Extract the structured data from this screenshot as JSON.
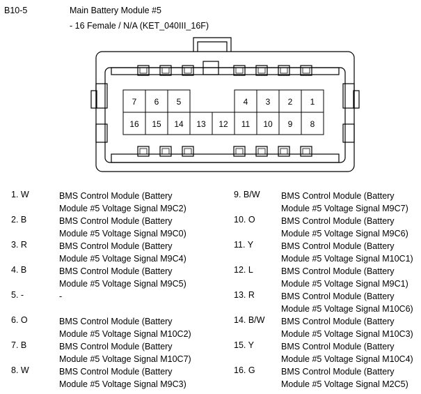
{
  "header": {
    "code": "B10-5",
    "title": "Main Battery Module #5",
    "subtitle": "- 16 Female / N/A (KET_040III_16F)"
  },
  "connector": {
    "top_row": [
      "7",
      "6",
      "5",
      "",
      "",
      "4",
      "3",
      "2",
      "1"
    ],
    "bottom_row": [
      "16",
      "15",
      "14",
      "13",
      "12",
      "11",
      "10",
      "9",
      "8"
    ]
  },
  "pins_left": [
    {
      "pin": "1. W",
      "line1": "BMS Control Module (Battery",
      "line2": "Module #5 Voltage Signal M9C2)"
    },
    {
      "pin": "2. B",
      "line1": "BMS Control Module (Battery",
      "line2": "Module #5 Voltage Signal M9C0)"
    },
    {
      "pin": "3. R",
      "line1": "BMS Control Module (Battery",
      "line2": "Module #5 Voltage Signal M9C4)"
    },
    {
      "pin": "4. B",
      "line1": "BMS Control Module (Battery",
      "line2": "Module #5 Voltage Signal M9C5)"
    },
    {
      "pin": "5. -",
      "line1": "-",
      "line2": ""
    },
    {
      "pin": "6. O",
      "line1": "BMS Control Module (Battery",
      "line2": "Module #5 Voltage Signal M10C2)"
    },
    {
      "pin": "7. B",
      "line1": "BMS Control Module (Battery",
      "line2": "Module #5 Voltage Signal M10C7)"
    },
    {
      "pin": "8. W",
      "line1": "BMS Control Module (Battery",
      "line2": "Module #5 Voltage Signal M9C3)"
    }
  ],
  "pins_right": [
    {
      "pin": "9. B/W",
      "line1": "BMS Control Module (Battery",
      "line2": "Module #5 Voltage Signal M9C7)"
    },
    {
      "pin": "10. O",
      "line1": "BMS Control Module (Battery",
      "line2": "Module #5 Voltage Signal M9C6)"
    },
    {
      "pin": "11. Y",
      "line1": "BMS Control Module (Battery",
      "line2": "Module #5 Voltage Signal M10C1)"
    },
    {
      "pin": "12. L",
      "line1": "BMS Control Module (Battery",
      "line2": "Module #5 Voltage Signal M9C1)"
    },
    {
      "pin": "13. R",
      "line1": "BMS Control Module (Battery",
      "line2": "Module #5 Voltage Signal M10C6)"
    },
    {
      "pin": "14. B/W",
      "line1": "BMS Control Module (Battery",
      "line2": "Module #5 Voltage Signal M10C3)"
    },
    {
      "pin": "15. Y",
      "line1": "BMS Control Module (Battery",
      "line2": "Module #5 Voltage Signal M10C4)"
    },
    {
      "pin": "16. G",
      "line1": "BMS Control Module (Battery",
      "line2": "Module #5 Voltage Signal M2C5)"
    }
  ]
}
